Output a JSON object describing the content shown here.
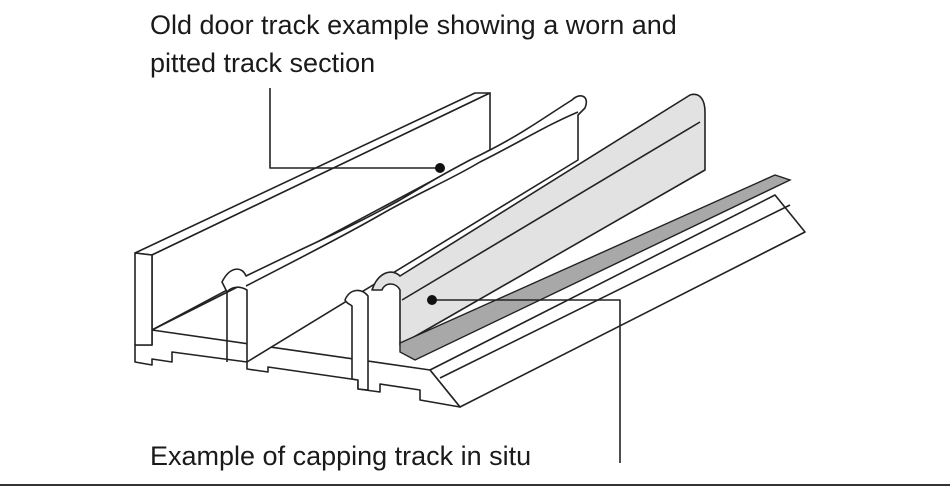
{
  "labels": {
    "old_track": "Old door track example showing a worn and",
    "old_track_line2": "pitted track section",
    "capping_track": "Example of capping track in situ"
  },
  "colors": {
    "line": "#222222",
    "capping_fill": "#e2e2e2",
    "capping_strip": "#a8a8a8"
  }
}
